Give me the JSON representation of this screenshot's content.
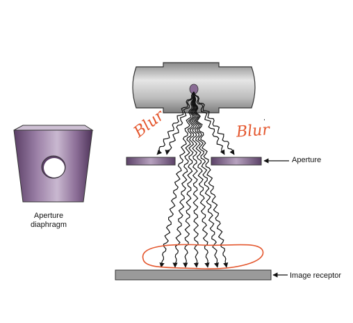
{
  "labels": {
    "aperture_diaphragm_line1": "Aperture",
    "aperture_diaphragm_line2": "diaphragm",
    "aperture": "Aperture",
    "image_receptor": "Image receptor"
  },
  "annotations": {
    "handwritten_left": "Blur",
    "handwritten_right": "Blur",
    "ink_color": "#e4572e"
  },
  "colors": {
    "tube_gray": "#b9b9b9",
    "aperture_purple": "#7b5c86",
    "receptor_gray": "#9a9a9a"
  }
}
